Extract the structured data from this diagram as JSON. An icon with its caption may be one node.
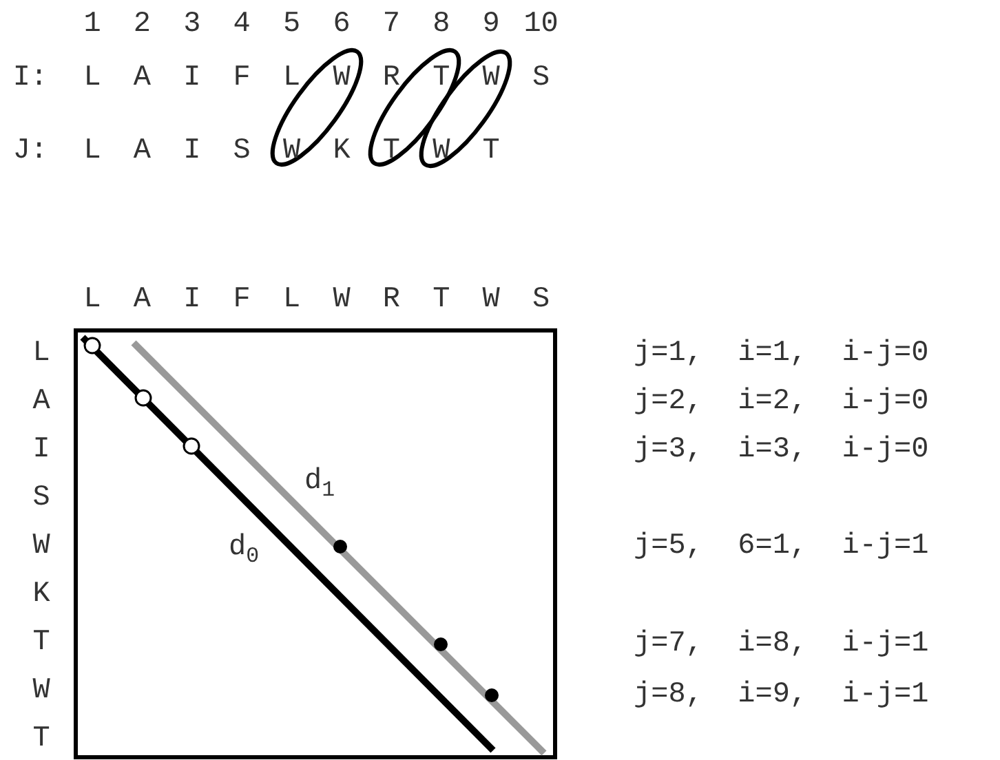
{
  "diagram": {
    "labels": [
      "1",
      "2",
      "3",
      "4",
      "5",
      "6",
      "7",
      "8",
      "9",
      "10",
      "I:",
      "L",
      "A",
      "I",
      "F",
      "L",
      "W",
      "R",
      "T",
      "W",
      "S",
      "J:",
      "L",
      "A",
      "I",
      "S",
      "W",
      "K",
      "T",
      "W",
      "T",
      "L",
      "A",
      "I",
      "F",
      "L",
      "W",
      "R",
      "T",
      "W",
      "S",
      "L",
      "A",
      "I",
      "S",
      "W",
      "K",
      "T",
      "W",
      "T",
      "d$_{1}$",
      "d$_{0}$",
      "j=1,  i=1,  i-j=0",
      "j=2,  i=2,  i-j=0",
      "j=3,  i=3,  i-j=0",
      "j=5,  6=1,  i-j=1",
      "j=7,  i=8,  i-j=1",
      "j=8,  i=9,  i-j=1"
    ]
  }
}
